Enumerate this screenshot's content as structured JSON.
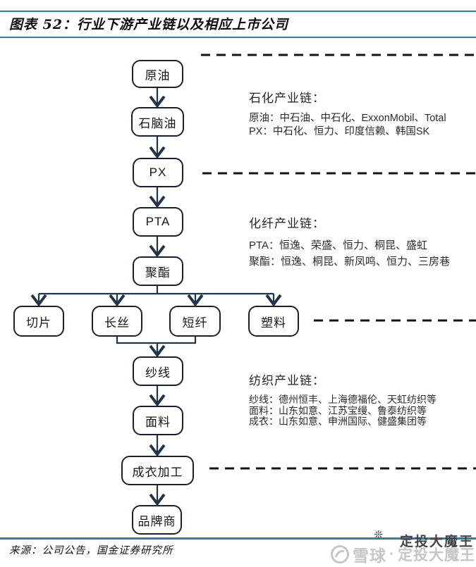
{
  "header": {
    "title": "图表 52：行业下游产业链以及相应上市公司"
  },
  "flowchart": {
    "nodes": {
      "crude_oil": "原油",
      "naphtha": "石脑油",
      "px": "PX",
      "pta": "PTA",
      "polyester": "聚酯",
      "chip": "切片",
      "filament": "长丝",
      "staple_fiber": "短纤",
      "plastic": "塑料",
      "yarn": "纱线",
      "fabric": "面料",
      "garment_processing": "成衣加工",
      "brand": "品牌商"
    }
  },
  "annotations": {
    "petrochemical": {
      "heading": "石化产业链：",
      "lines": [
        "原油：中石油、中石化、ExxonMobil、Total",
        "PX：中石化、恒力、印度信赖、韩国SK"
      ]
    },
    "chemical_fiber": {
      "heading": "化纤产业链：",
      "lines": [
        "PTA：恒逸、荣盛、恒力、桐昆、盛虹",
        "聚酯：恒逸、桐昆、新凤鸣、恒力、三房巷"
      ]
    },
    "textile": {
      "heading": "纺织产业链：",
      "lines": [
        "纱线：德州恒丰、上海德福伦、天虹纺织等",
        "面料：山东如意、江苏宝缦、鲁泰纺织等",
        "成衣：山东如意、申洲国际、健盛集团等"
      ]
    }
  },
  "footer": {
    "source": "来源：公司公告，国金证券研究所"
  },
  "watermark": {
    "brand": "雪球",
    "separator": "·",
    "name_gray": "定投大魔王",
    "name_dark": "定投大魔王",
    "sparkle": "❊"
  },
  "colors": {
    "teal-rule": "#2e8496",
    "footer-rule": "#2b80ab",
    "connector": "#203449",
    "dash": "#141414",
    "box-border": "#1b2030",
    "wm-gray": "#c6c6c6",
    "wm-dark": "#41454b"
  }
}
